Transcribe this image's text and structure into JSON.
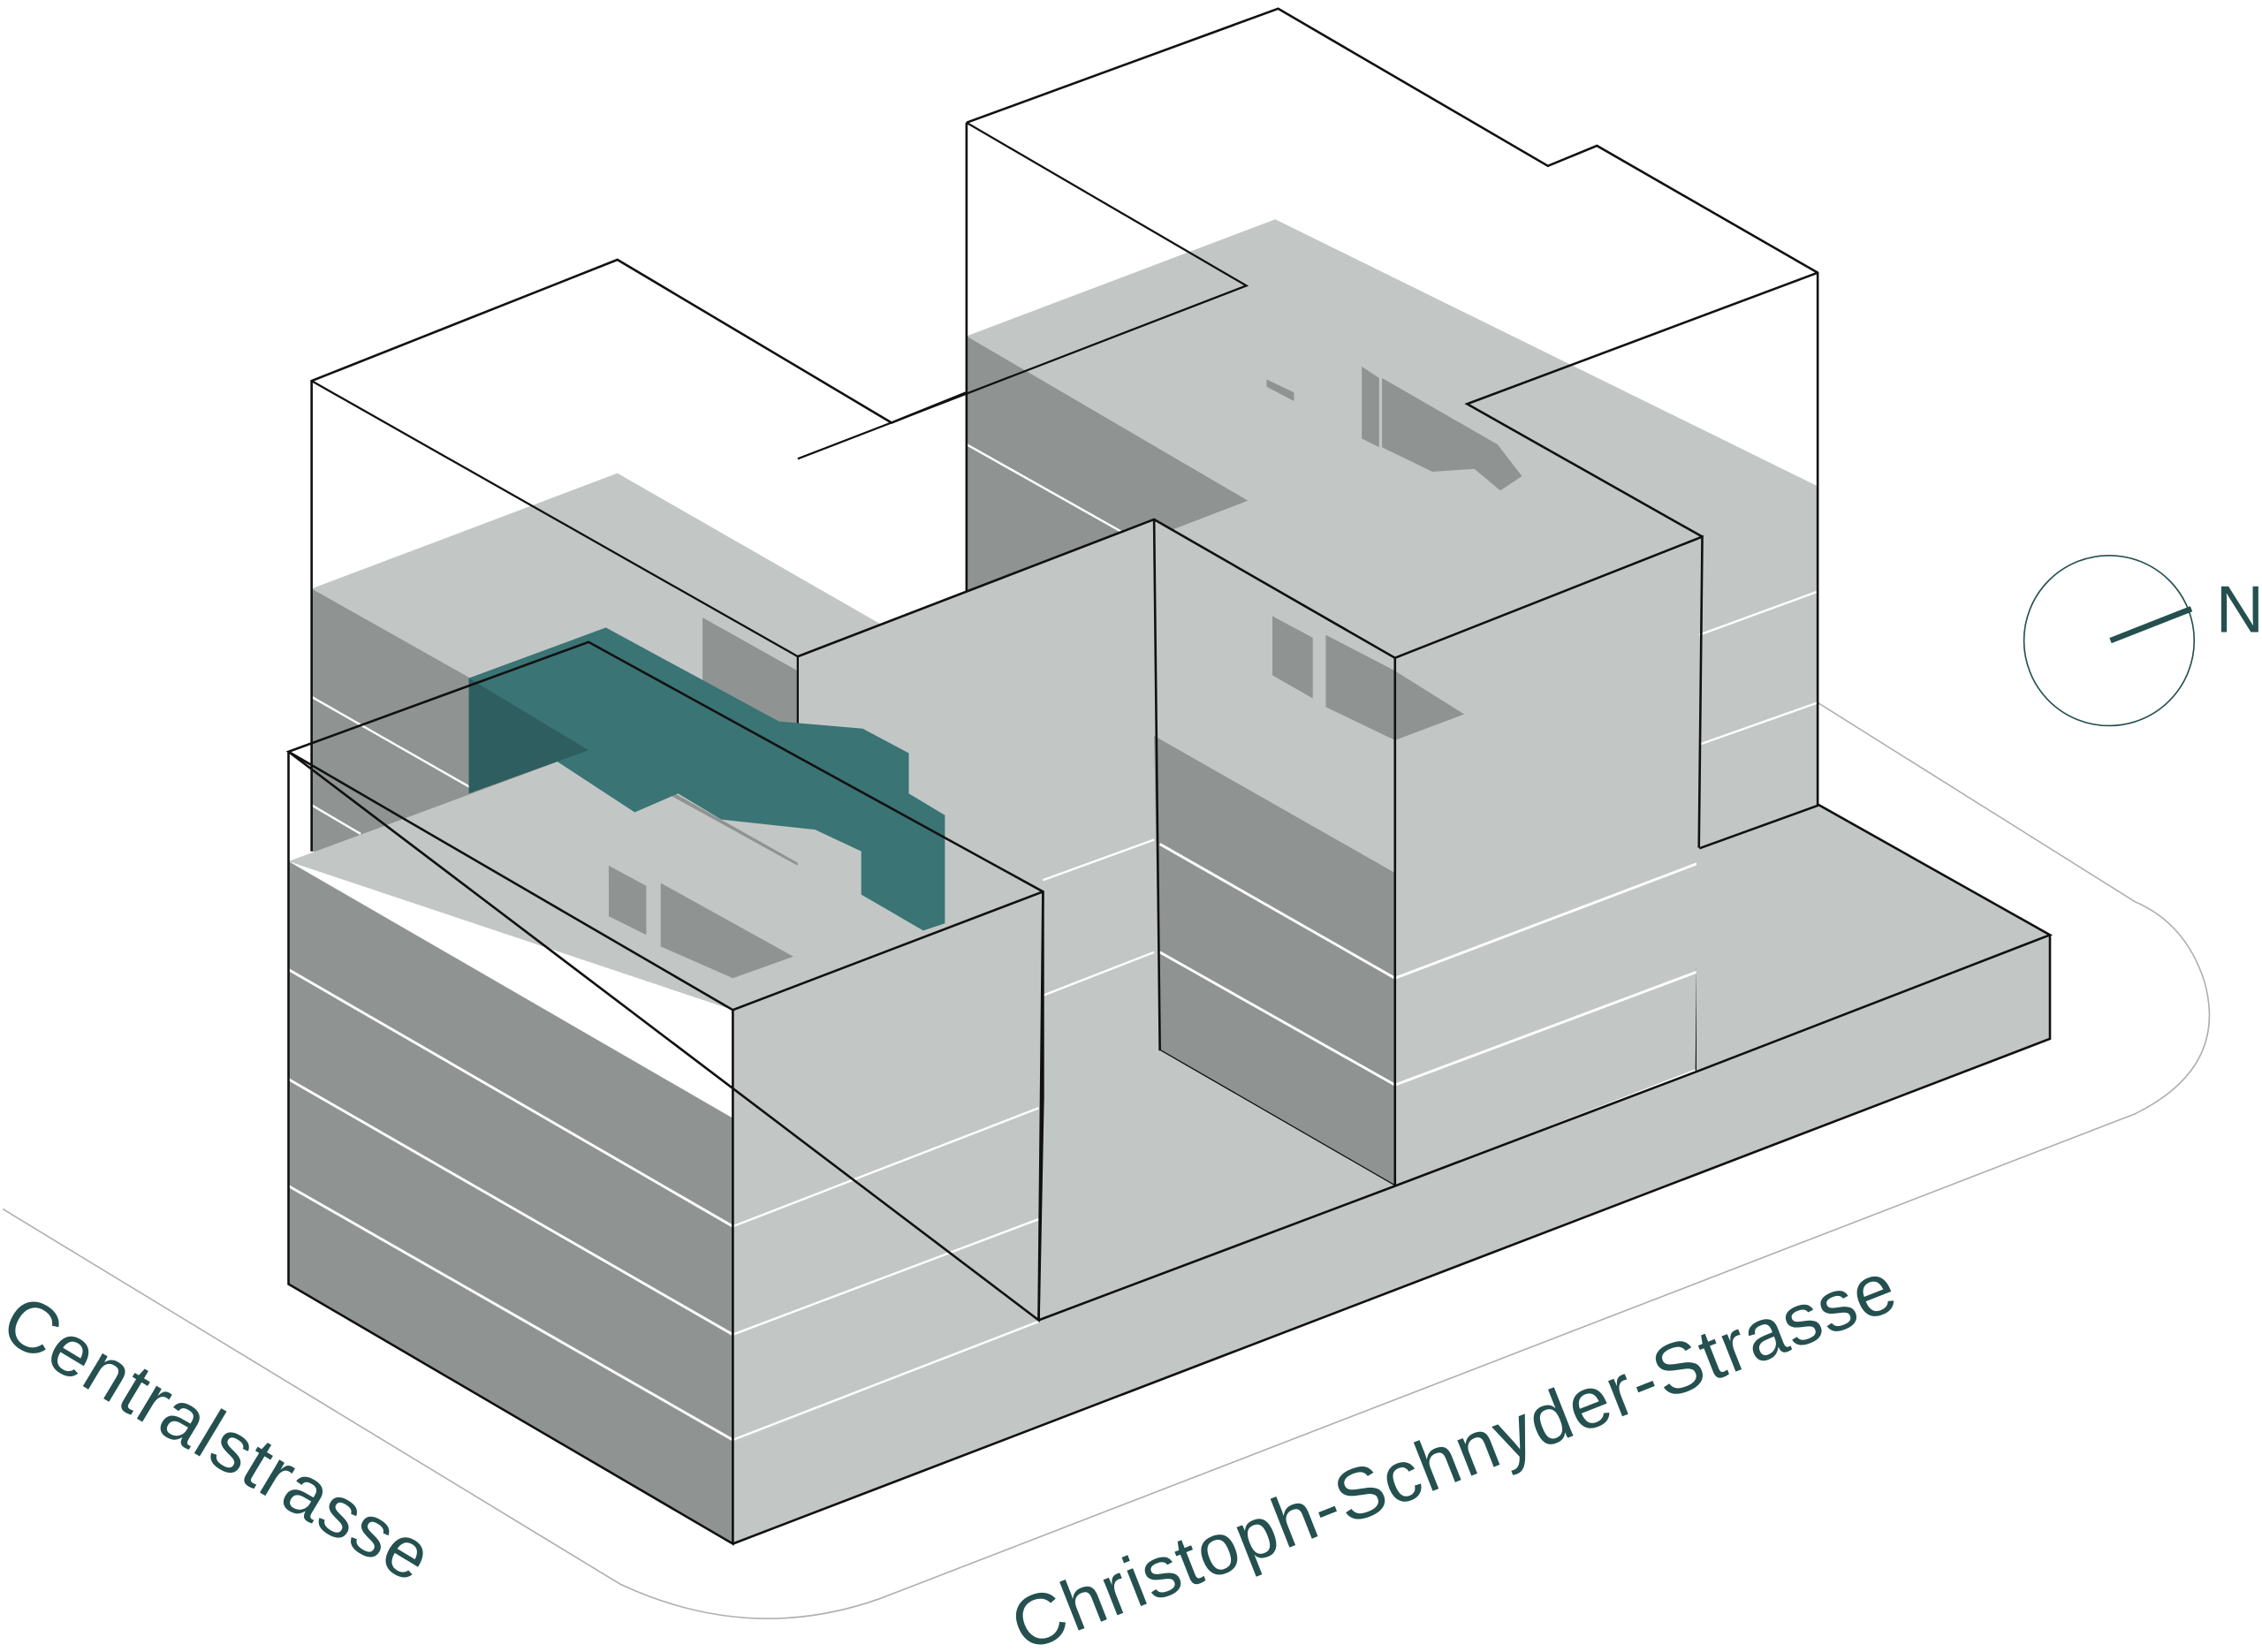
{
  "streets": {
    "west": "Centralstrasse",
    "south": "Christoph-Schnyder-Strasse"
  },
  "compass": {
    "label": "N"
  },
  "colors": {
    "accent_teal": "#3a7475",
    "accent_teal_dark": "#2e5e5f",
    "light_grey": "#c2c7c6",
    "dark_grey": "#8f9493",
    "text": "#24504f",
    "outline": "#111111"
  }
}
